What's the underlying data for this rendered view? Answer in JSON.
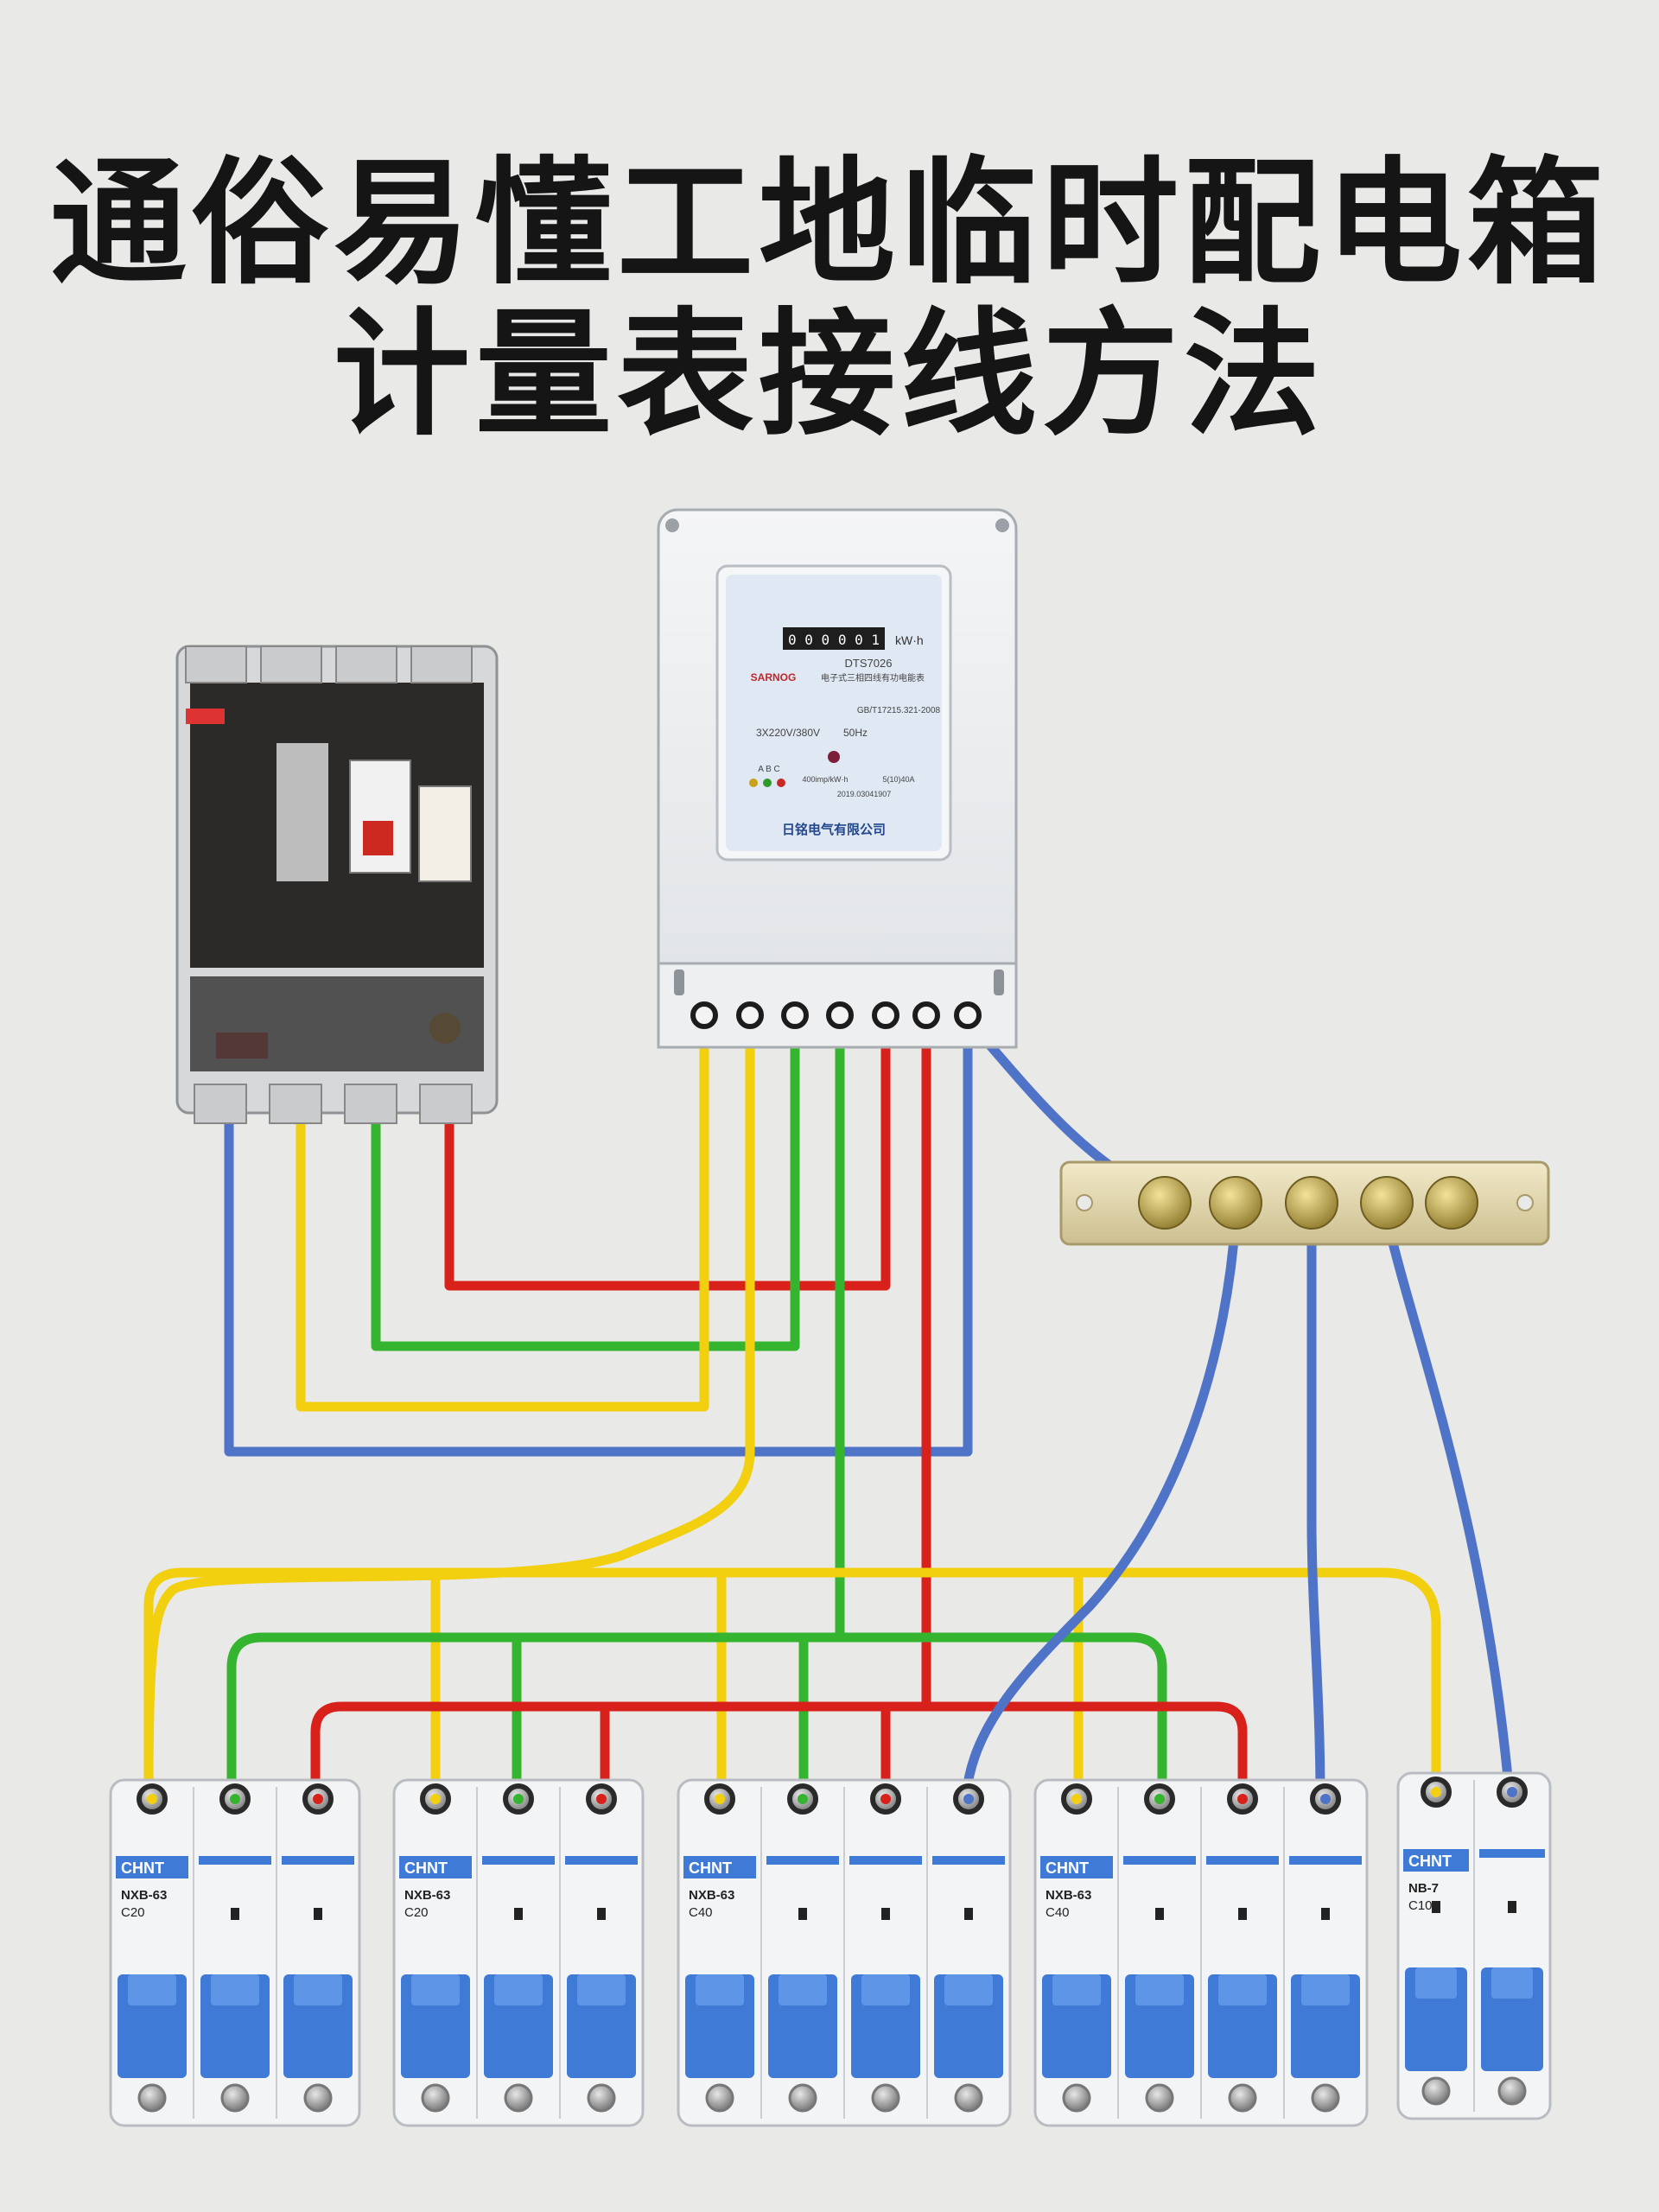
{
  "title": {
    "line1": "通俗易懂工地临时配电箱",
    "line2": "计量表接线方法"
  },
  "meter": {
    "counter": "0 0 0 0 0 1",
    "unit": "kW·h",
    "model": "DTS7026",
    "brand": "SARNOG",
    "type": "电子式三相四线有功电能表",
    "standard": "GB/T17215.321-2008",
    "voltage": "3X220V/380V",
    "frequency": "50Hz",
    "phase_labels": "A  B  C",
    "constant": "400imp/kW·h",
    "current": "5(10)40A",
    "serial": "2019.03041907",
    "maker": "日铭电气有限公司"
  },
  "breakers": [
    {
      "brand": "CHNT",
      "model": "NXB-63",
      "rating": "C20"
    },
    {
      "brand": "CHNT",
      "model": "NXB-63",
      "rating": "C20"
    },
    {
      "brand": "CHNT",
      "model": "NXB-63",
      "rating": "C40"
    },
    {
      "brand": "CHNT",
      "model": "NXB-63",
      "rating": "C40"
    },
    {
      "brand": "CHNT",
      "model": "NB-7",
      "rating": "C10"
    }
  ],
  "colors": {
    "phase_a_yellow": "#f2cf0f",
    "phase_b_green": "#35b52f",
    "phase_c_red": "#d9211c",
    "neutral_blue": "#4f73c7",
    "breaker_blue": "#3e7ad6",
    "background": "#e9e9e7"
  }
}
